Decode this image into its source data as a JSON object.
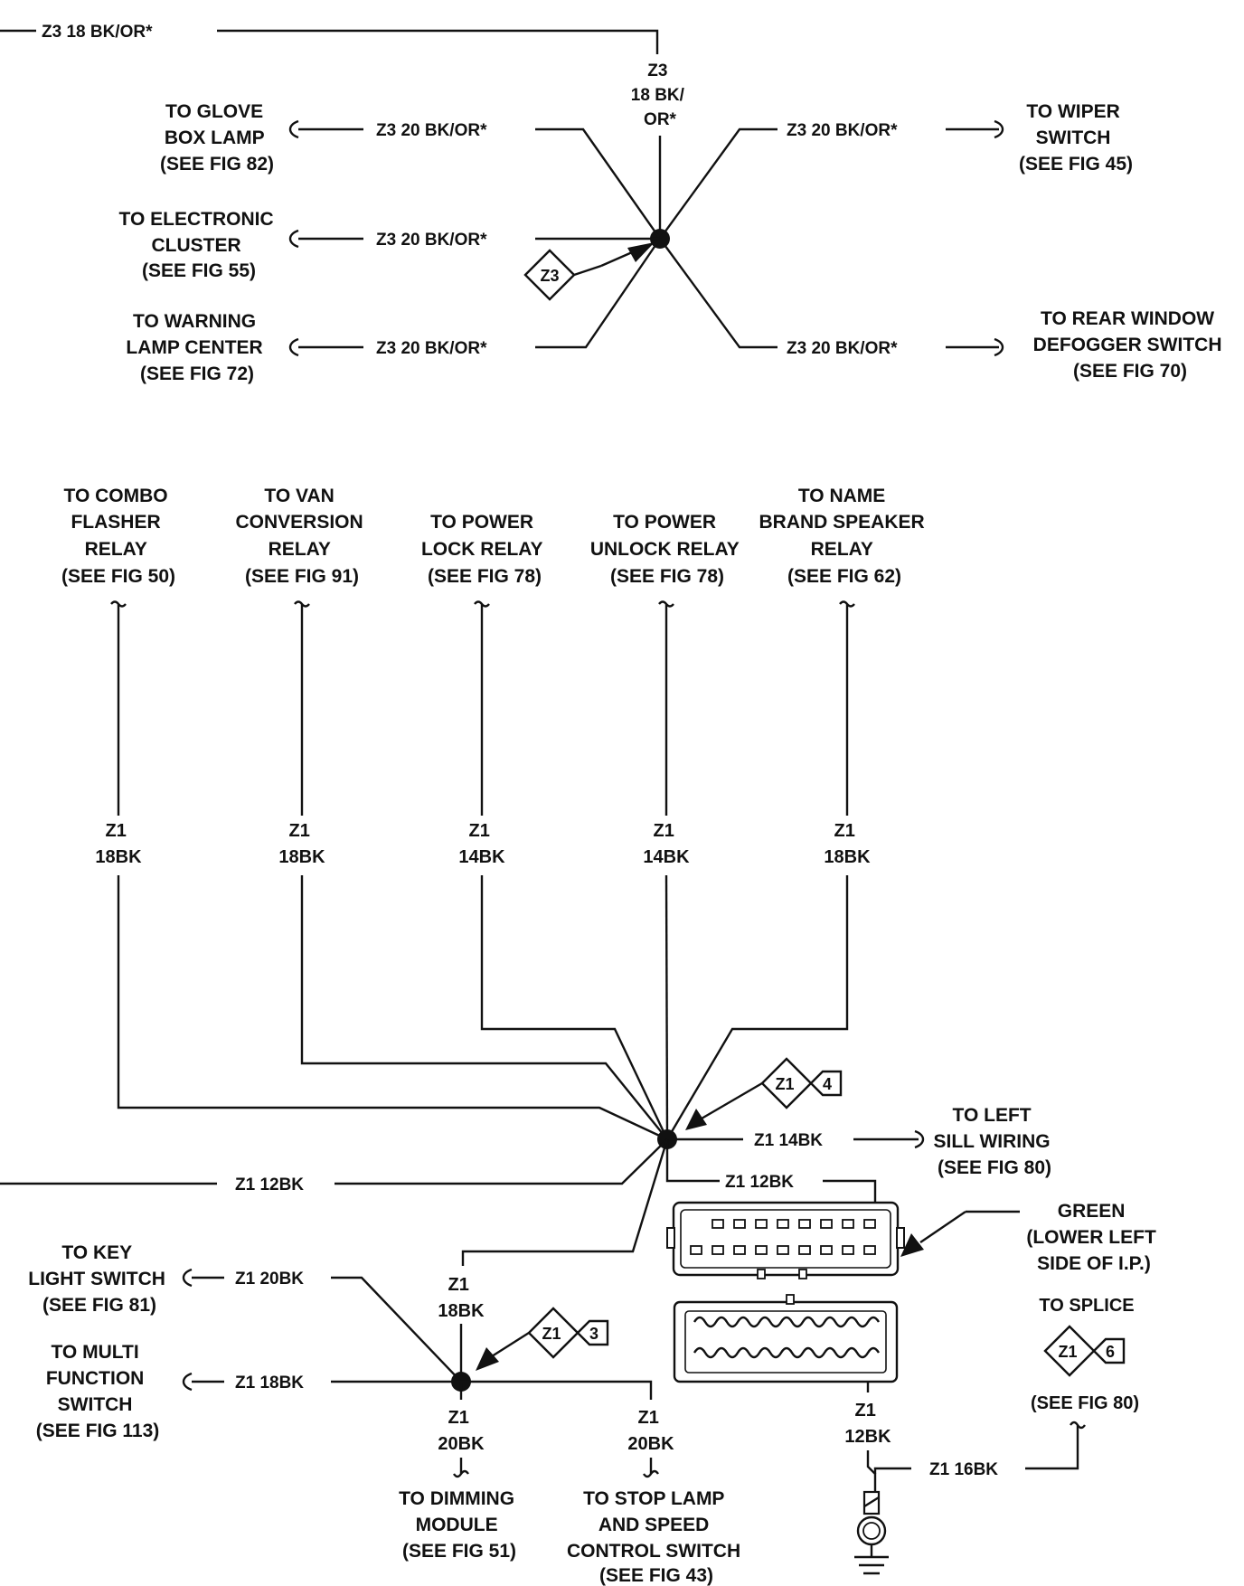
{
  "z3_section": {
    "main_wire": "Z3 18 BK/OR*",
    "splice_label": [
      "Z3",
      "18 BK/",
      "OR*"
    ],
    "badge": "Z3",
    "branch_wire": "Z3 20 BK/OR*",
    "glove_box": [
      "TO GLOVE",
      "BOX LAMP",
      "(SEE FIG 82)"
    ],
    "electronic_cluster": [
      "TO ELECTRONIC",
      "CLUSTER",
      "(SEE FIG 55)"
    ],
    "warning_lamp": [
      "TO WARNING",
      "LAMP CENTER",
      "(SEE FIG 72)"
    ],
    "wiper_switch": [
      "TO WIPER",
      "SWITCH",
      "(SEE FIG 45)"
    ],
    "rear_window": [
      "TO REAR WINDOW",
      "DEFOGGER SWITCH",
      "(SEE FIG 70)"
    ]
  },
  "z1_relays": [
    {
      "lines": [
        "TO COMBO",
        "FLASHER",
        "RELAY",
        "(SEE FIG 50)"
      ],
      "wire": [
        "Z1",
        "18BK"
      ]
    },
    {
      "lines": [
        "TO VAN",
        "CONVERSION",
        "RELAY",
        "(SEE FIG 91)"
      ],
      "wire": [
        "Z1",
        "18BK"
      ]
    },
    {
      "lines": [
        "TO POWER",
        "LOCK RELAY",
        "(SEE FIG 78)"
      ],
      "wire": [
        "Z1",
        "14BK"
      ]
    },
    {
      "lines": [
        "TO POWER",
        "UNLOCK RELAY",
        "(SEE FIG 78)"
      ],
      "wire": [
        "Z1",
        "14BK"
      ]
    },
    {
      "lines": [
        "TO NAME",
        "BRAND SPEAKER",
        "RELAY",
        "(SEE FIG 62)"
      ],
      "wire": [
        "Z1",
        "18BK"
      ]
    }
  ],
  "z1_section": {
    "badge4": {
      "code": "Z1",
      "num": "4"
    },
    "badge3": {
      "code": "Z1",
      "num": "3"
    },
    "badge6": {
      "code": "Z1",
      "num": "6"
    },
    "sill_wire": "Z1 14BK",
    "sill_dest": [
      "TO LEFT",
      "SILL WIRING",
      "(SEE FIG 80)"
    ],
    "main_wire": "Z1 12BK",
    "connector_wire": "Z1 12BK",
    "green_label": [
      "GREEN",
      "(LOWER LEFT",
      "SIDE OF I.P.)"
    ],
    "down_wire": [
      "Z1",
      "18BK"
    ],
    "key_light_wire": "Z1 20BK",
    "key_light_dest": [
      "TO KEY",
      "LIGHT SWITCH",
      "(SEE FIG 81)"
    ],
    "multi_wire": "Z1 18BK",
    "multi_dest": [
      "TO MULTI",
      "FUNCTION",
      "SWITCH",
      "(SEE FIG 113)"
    ],
    "dimming_wire": [
      "Z1",
      "20BK"
    ],
    "dimming_dest": [
      "TO DIMMING",
      "MODULE",
      "(SEE FIG 51)"
    ],
    "stop_wire": [
      "Z1",
      "20BK"
    ],
    "stop_dest": [
      "TO STOP LAMP",
      "AND SPEED",
      "CONTROL SWITCH",
      "(SEE FIG 43)"
    ],
    "ground_wire_vertical": [
      "Z1",
      "12BK"
    ],
    "ground_wire": "Z1 16BK",
    "splice_dest_top": "TO SPLICE",
    "splice_dest_bottom": "(SEE FIG 80)"
  }
}
